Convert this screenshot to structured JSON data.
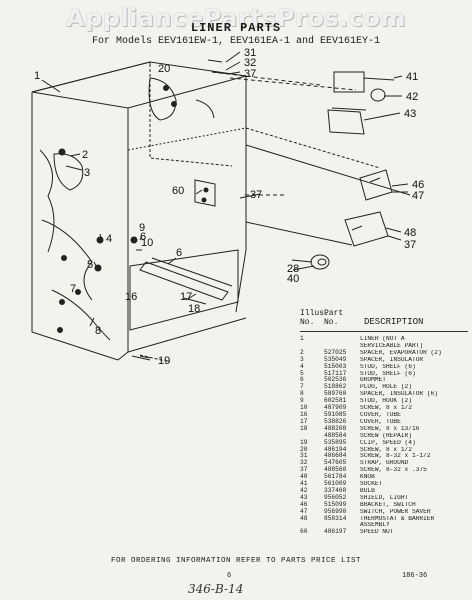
{
  "watermark": "AppliancePartsPros.com",
  "title": "LINER PARTS",
  "subtitle": "For Models EEV161EW-1, EEV161EA-1 and EEV161EY-1",
  "callouts": [
    "1",
    "2",
    "3",
    "4",
    "5",
    "6",
    "6",
    "7",
    "8",
    "9",
    "10",
    "16",
    "17",
    "18",
    "19",
    "20",
    "28",
    "31",
    "32",
    "37",
    "37",
    "37",
    "40",
    "41",
    "42",
    "43",
    "46",
    "47",
    "48",
    "60"
  ],
  "table": {
    "header_illus_1": "Illus.",
    "header_illus_2": "No.",
    "header_part_1": "Part",
    "header_part_2": "No.",
    "header_desc": "DESCRIPTION",
    "rows": [
      {
        "illus": "1",
        "part": "",
        "desc": "LINER (NOT A"
      },
      {
        "illus": "",
        "part": "",
        "desc": "SERVICEABLE PART)"
      },
      {
        "illus": "2",
        "part": "527025",
        "desc": "SPACER, EVAPORATOR (2)"
      },
      {
        "illus": "3",
        "part": "535049",
        "desc": "SPACER, INSULATOR"
      },
      {
        "illus": "4",
        "part": "515003",
        "desc": "STUD, SHELF (6)"
      },
      {
        "illus": "5",
        "part": "517117",
        "desc": "STUD, SHELF (6)"
      },
      {
        "illus": "6",
        "part": "502536",
        "desc": "GROMMET"
      },
      {
        "illus": "7",
        "part": "518862",
        "desc": "PLUG, HOLE (2)"
      },
      {
        "illus": "8",
        "part": "589760",
        "desc": "SPACER, INSULATOR (6)"
      },
      {
        "illus": "9",
        "part": "602581",
        "desc": "STUD, HOOK (2)"
      },
      {
        "illus": "10",
        "part": "487909",
        "desc": "SCREW, 8 x 1/2"
      },
      {
        "illus": "16",
        "part": "591085",
        "desc": "COVER, TUBE"
      },
      {
        "illus": "17",
        "part": "538826",
        "desc": "COVER, TUBE"
      },
      {
        "illus": "18",
        "part": "488208",
        "desc": "SCREW, 8 x 13/16"
      },
      {
        "illus": "",
        "part": "488584",
        "desc": "SCREW (REPAIR)"
      },
      {
        "illus": "19",
        "part": "535895",
        "desc": "CLIP, SPEED (4)"
      },
      {
        "illus": "20",
        "part": "486194",
        "desc": "SCREW, 8 x 1/2"
      },
      {
        "illus": "31",
        "part": "486684",
        "desc": "SCREW, 8-32 x 1-1/2"
      },
      {
        "illus": "32",
        "part": "547605",
        "desc": "STRAP, GROUND"
      },
      {
        "illus": "37",
        "part": "488560",
        "desc": "SCREW, 8-32 x .375"
      },
      {
        "illus": "40",
        "part": "561784",
        "desc": "KNOB"
      },
      {
        "illus": "41",
        "part": "561009",
        "desc": "SOCKET"
      },
      {
        "illus": "42",
        "part": "337468",
        "desc": "BULB"
      },
      {
        "illus": "43",
        "part": "956052",
        "desc": "SHIELD, LIGHT"
      },
      {
        "illus": "46",
        "part": "515099",
        "desc": "BRACKET, SWITCH"
      },
      {
        "illus": "47",
        "part": "956998",
        "desc": "SWITCH, POWER SAVER"
      },
      {
        "illus": "48",
        "part": "858314",
        "desc": "THERMOSTAT & BARRIER"
      },
      {
        "illus": "",
        "part": "",
        "desc": "ASSEMBLY"
      },
      {
        "illus": "60",
        "part": "486197",
        "desc": "SPEED NUT"
      }
    ]
  },
  "footer": "FOR ORDERING INFORMATION REFER TO PARTS PRICE LIST",
  "page_number": "6",
  "doc_code": "186-36",
  "handwritten_note": "346-B-14"
}
